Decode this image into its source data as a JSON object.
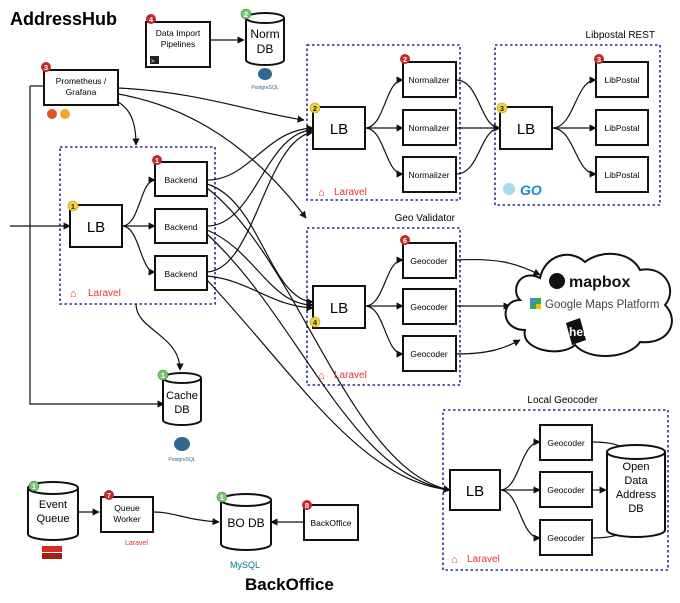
{
  "title": "AddressHub",
  "footer_title": "BackOffice",
  "groups": {
    "libpostal_rest": "Libpostal REST",
    "geo_validator": "Geo Validator",
    "local_geocoder": "Local Geocoder"
  },
  "nodes": {
    "data_import": [
      "Data Import",
      "Pipelines"
    ],
    "norm_db": [
      "Norm",
      "DB"
    ],
    "prometheus": [
      "Prometheus /",
      "Grafana"
    ],
    "lb": "LB",
    "backend": "Backend",
    "normalizer": "Normalizer",
    "libpostal": "LibPostal",
    "geocoder": "Geocoder",
    "cache_db": [
      "Cache",
      "DB"
    ],
    "event_queue": [
      "Event",
      "Queue"
    ],
    "queue_worker": [
      "Queue",
      "Worker"
    ],
    "bo_db": "BO DB",
    "backoffice": "BackOffice",
    "open_data_db": [
      "Open",
      "Data",
      "Address",
      "DB"
    ]
  },
  "badges": {
    "data_import": "4",
    "norm_db": "2",
    "prometheus": "3",
    "lb_main": "1",
    "backend": "1",
    "lb_normalizer": "2",
    "normalizer": "2",
    "lb_libpostal": "3",
    "libpostal": "3",
    "geocoder": "6",
    "lb_geo": "4",
    "cache_db": "1",
    "event_queue": "1",
    "queue_worker": "7",
    "bo_db": "1",
    "backoffice": "8"
  },
  "logos": {
    "laravel": "Laravel",
    "postgresql": "PostgreSQL",
    "mysql": "MySQL",
    "go": "GO",
    "grafana": "Grafana"
  },
  "providers": {
    "mapbox": "mapbox",
    "google": "Google Maps Platform",
    "here": "here"
  },
  "colors": {
    "group_border": "#2b2b8f",
    "badge_red": "#c62828",
    "badge_yellow": "#f2d43a",
    "badge_green": "#7cc474",
    "laravel": "#e3342f",
    "go": "#1e88c7"
  }
}
